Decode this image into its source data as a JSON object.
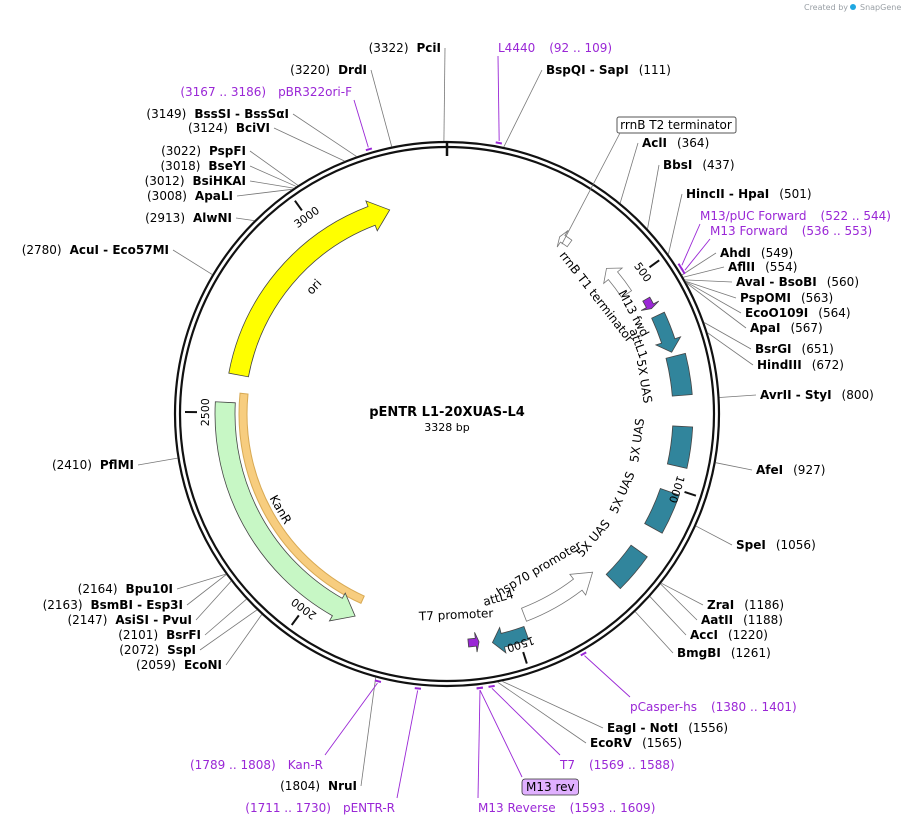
{
  "app": {
    "watermark_prefix": "Created by",
    "watermark_brand": "SnapGene"
  },
  "plasmid": {
    "name": "pENTR L1-20XUAS-L4",
    "length": 3328,
    "length_label": "3328 bp"
  },
  "colors": {
    "backbone": "#111111",
    "ori": "#ffff00",
    "kanr": "#c7f7c5",
    "uas": "#31859c",
    "primer": "#9a27d6",
    "primer_box": "#e0b0ff",
    "orange_glow": "#f5b84a"
  },
  "tick_labels": [
    "500",
    "1000",
    "1500",
    "2000",
    "2500",
    "3000"
  ],
  "enzymes": [
    {
      "pos": 3322,
      "name": "PciI",
      "num": "(3322)"
    },
    {
      "pos": 3220,
      "name": "DrdI",
      "num": "(3220)"
    },
    {
      "pos": 3149,
      "name": "BssSI  -  BssSαI",
      "num": "(3149)"
    },
    {
      "pos": 3124,
      "name": "BciVI",
      "num": "(3124)"
    },
    {
      "pos": 3022,
      "name": "PspFI",
      "num": "(3022)"
    },
    {
      "pos": 3018,
      "name": "BseYI",
      "num": "(3018)"
    },
    {
      "pos": 3012,
      "name": "BsiHKAI",
      "num": "(3012)"
    },
    {
      "pos": 3008,
      "name": "ApaLI",
      "num": "(3008)"
    },
    {
      "pos": 2913,
      "name": "AlwNI",
      "num": "(2913)"
    },
    {
      "pos": 2780,
      "name": "AcuI  -  Eco57MI",
      "num": "(2780)"
    },
    {
      "pos": 2410,
      "name": "PflMI",
      "num": "(2410)"
    },
    {
      "pos": 2164,
      "name": "Bpu10I",
      "num": "(2164)"
    },
    {
      "pos": 2163,
      "name": "BsmBI  -  Esp3I",
      "num": "(2163)"
    },
    {
      "pos": 2147,
      "name": "AsiSI  -  PvuI",
      "num": "(2147)"
    },
    {
      "pos": 2101,
      "name": "BsrFI",
      "num": "(2101)"
    },
    {
      "pos": 2072,
      "name": "SspI",
      "num": "(2072)"
    },
    {
      "pos": 2059,
      "name": "EcoNI",
      "num": "(2059)"
    },
    {
      "pos": 1804,
      "name": "NruI",
      "num": "(1804)"
    },
    {
      "pos": 111,
      "name": "BspQI  -  SapI",
      "num": "(111)"
    },
    {
      "pos": 364,
      "name": "AclI",
      "num": "(364)"
    },
    {
      "pos": 437,
      "name": "BbsI",
      "num": "(437)"
    },
    {
      "pos": 501,
      "name": "HincII  -  HpaI",
      "num": "(501)"
    },
    {
      "pos": 549,
      "name": "AhdI",
      "num": "(549)"
    },
    {
      "pos": 554,
      "name": "AflII",
      "num": "(554)"
    },
    {
      "pos": 560,
      "name": "AvaI  -  BsoBI",
      "num": "(560)"
    },
    {
      "pos": 563,
      "name": "PspOMI",
      "num": "(563)"
    },
    {
      "pos": 564,
      "name": "EcoO109I",
      "num": "(564)"
    },
    {
      "pos": 567,
      "name": "ApaI",
      "num": "(567)"
    },
    {
      "pos": 651,
      "name": "BsrGI",
      "num": "(651)"
    },
    {
      "pos": 672,
      "name": "HindIII",
      "num": "(672)"
    },
    {
      "pos": 800,
      "name": "AvrII  -  StyI",
      "num": "(800)"
    },
    {
      "pos": 927,
      "name": "AfeI",
      "num": "(927)"
    },
    {
      "pos": 1056,
      "name": "SpeI",
      "num": "(1056)"
    },
    {
      "pos": 1186,
      "name": "ZraI",
      "num": "(1186)"
    },
    {
      "pos": 1188,
      "name": "AatII",
      "num": "(1188)"
    },
    {
      "pos": 1220,
      "name": "AccI",
      "num": "(1220)"
    },
    {
      "pos": 1261,
      "name": "BmgBI",
      "num": "(1261)"
    },
    {
      "pos": 1556,
      "name": "EagI  -  NotI",
      "num": "(1556)"
    },
    {
      "pos": 1565,
      "name": "EcoRV",
      "num": "(1565)"
    }
  ],
  "primers": [
    {
      "name": "L4440",
      "range": "(92 .. 109)"
    },
    {
      "name": "pBR322ori-F",
      "range": "(3167 .. 3186)"
    },
    {
      "name": "M13/pUC Forward",
      "range": "(522 .. 544)"
    },
    {
      "name": "M13 Forward",
      "range": "(536 .. 553)"
    },
    {
      "name": "pCasper-hs",
      "range": "(1380 .. 1401)"
    },
    {
      "name": "T7",
      "range": "(1569 .. 1588)"
    },
    {
      "name": "M13 rev",
      "range": ""
    },
    {
      "name": "M13 Reverse",
      "range": "(1593 .. 1609)"
    },
    {
      "name": "pENTR-R",
      "range": "(1711 .. 1730)"
    },
    {
      "name": "Kan-R",
      "range": "(1789 .. 1808)"
    }
  ],
  "features": [
    {
      "name": "ori",
      "start": 2594,
      "end": 3183,
      "dir": 1,
      "color": "#ffff00"
    },
    {
      "name": "KanR",
      "start": 1890,
      "end": 2524,
      "dir": -1,
      "color": "#c7f7c5"
    },
    {
      "name": "5X UAS",
      "start": 700,
      "end": 790,
      "dir": 0,
      "color": "#31859c"
    },
    {
      "name": "5X UAS",
      "start": 860,
      "end": 950,
      "dir": 0,
      "color": "#31859c"
    },
    {
      "name": "5X UAS",
      "start": 1010,
      "end": 1100,
      "dir": 0,
      "color": "#31859c"
    },
    {
      "name": "5X UAS",
      "start": 1160,
      "end": 1250,
      "dir": 0,
      "color": "#31859c"
    },
    {
      "name": "attL1",
      "start": 600,
      "end": 690,
      "dir": 1,
      "color": "#31859c"
    },
    {
      "name": "attL4",
      "start": 1480,
      "end": 1560,
      "dir": 1,
      "color": "#31859c"
    },
    {
      "name": "hsp70 promoter",
      "start": 1270,
      "end": 1470,
      "dir": -1,
      "color": "#ffffff"
    },
    {
      "name": "rrnB T1 terminator",
      "start": 440,
      "end": 520,
      "dir": -1,
      "color": "#ffffff"
    },
    {
      "name": "rrnB T2 terminator",
      "start": 300,
      "end": 330,
      "dir": -1,
      "color": "#ffffff"
    },
    {
      "name": "M13 fwd",
      "start": 555,
      "end": 580,
      "dir": 1,
      "color": "#9a27d6"
    },
    {
      "name": "T7 promoter",
      "start": 1590,
      "end": 1615,
      "dir": -1,
      "color": "#9a27d6"
    }
  ]
}
